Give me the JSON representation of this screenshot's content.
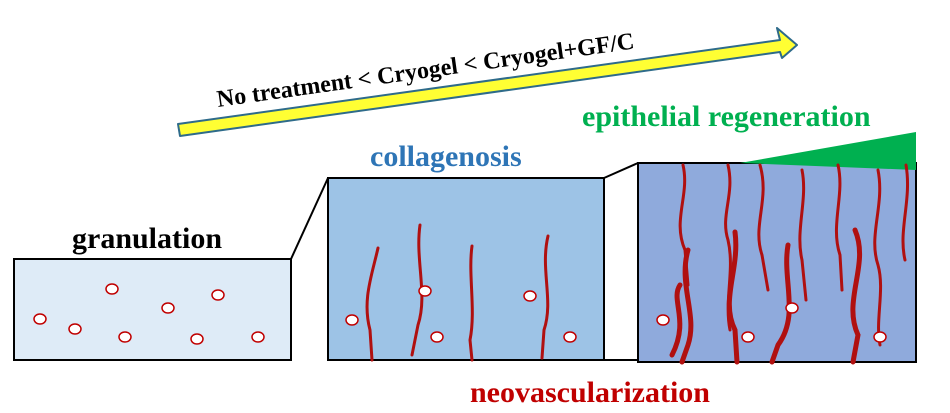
{
  "arrow": {
    "text": "No treatment < Cryogel < Cryogel+GF/C",
    "fill_color": "#ffff33",
    "stroke_color": "#2e6b8a"
  },
  "labels": {
    "granulation": "granulation",
    "collagenosis": "collagenosis",
    "epithelial": "epithelial regeneration",
    "neovascularization": "neovascularization"
  },
  "colors": {
    "granulation_text": "#000000",
    "collagenosis_text": "#2e75b6",
    "epithelial_text": "#00b050",
    "neovascularization_text": "#c00000",
    "box1_fill": "#deebf7",
    "box2_fill": "#9dc3e6",
    "box3_fill": "#8faadc",
    "box_stroke": "#000000",
    "vessel": "#b01010",
    "cell_stroke": "#c00000",
    "epithelium": "#00b050"
  }
}
